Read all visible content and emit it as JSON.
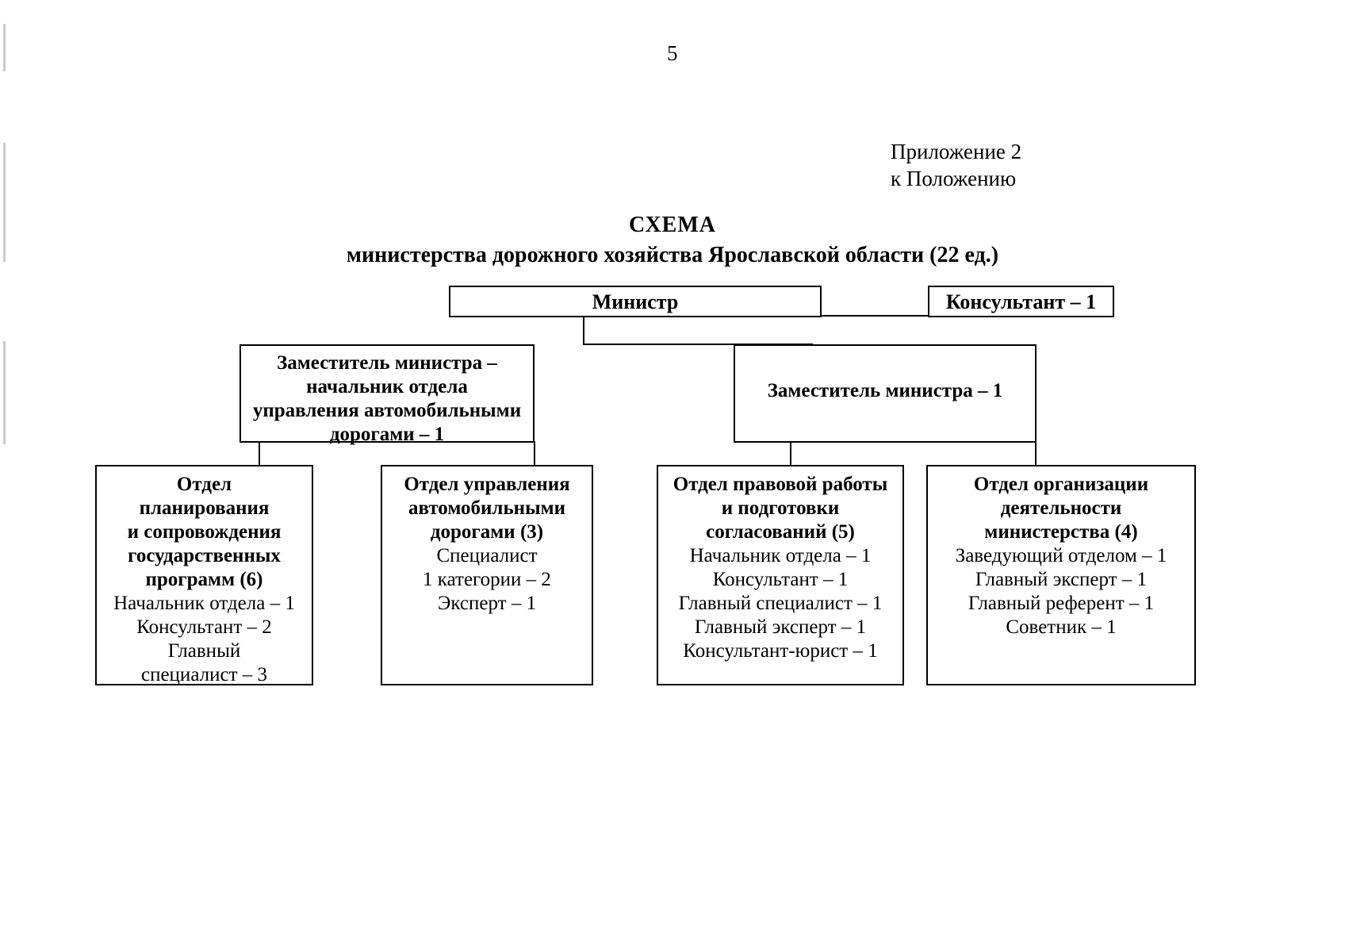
{
  "page": {
    "number": "5"
  },
  "appendix": {
    "line1": "Приложение 2",
    "line2": "к Положению"
  },
  "title": {
    "main": "СХЕМА",
    "sub": "министерства дорожного хозяйства Ярославской области (22 ед.)"
  },
  "chart_data": {
    "type": "diagram",
    "title": "СХЕМА министерства дорожного хозяйства Ярославской области (22 ед.)",
    "total_units": "22 ед.",
    "nodes": [
      {
        "id": "minister",
        "header": "Министр",
        "staff": []
      },
      {
        "id": "consultant",
        "header": "Консультант – 1",
        "staff": []
      },
      {
        "id": "deputy-head-roads",
        "header_lines": [
          "Заместитель министра –",
          "начальник отдела",
          "управления автомобильными",
          "дорогами – 1"
        ],
        "staff": []
      },
      {
        "id": "deputy-minister",
        "header_lines": [
          "Заместитель министра – 1"
        ],
        "staff": []
      },
      {
        "id": "dept-planning",
        "header_lines": [
          "Отдел",
          "планирования",
          "и сопровождения",
          "государственных",
          "программ (6)"
        ],
        "staff": [
          "Начальник отдела – 1",
          "Консультант – 2",
          "Главный",
          "специалист – 3"
        ]
      },
      {
        "id": "dept-roads",
        "header_lines": [
          "Отдел управления",
          "автомобильными",
          "дорогами (3)"
        ],
        "staff": [
          "Специалист",
          "1 категории – 2",
          "Эксперт – 1"
        ]
      },
      {
        "id": "dept-legal",
        "header_lines": [
          "Отдел правовой работы",
          "и подготовки",
          "согласований (5)"
        ],
        "staff": [
          "Начальник отдела – 1",
          "Консультант – 1",
          "Главный специалист – 1",
          "Главный эксперт – 1",
          "Консультант-юрист – 1"
        ]
      },
      {
        "id": "dept-organization",
        "header_lines": [
          "Отдел организации",
          "деятельности",
          "министерства (4)"
        ],
        "staff": [
          "Заведующий отделом – 1",
          "Главный эксперт – 1",
          "Главный референт – 1",
          "Советник – 1"
        ]
      }
    ]
  },
  "nodes": {
    "minister": {
      "header": "Министр"
    },
    "consultant": {
      "header": "Консультант – 1"
    },
    "deputy_head_roads": {
      "l1": "Заместитель министра –",
      "l2": "начальник отдела",
      "l3": "управления автомобильными",
      "l4": "дорогами – 1"
    },
    "deputy_minister": {
      "l1": "Заместитель министра – 1"
    },
    "dept_planning": {
      "h1": "Отдел",
      "h2": "планирования",
      "h3": "и сопровождения",
      "h4": "государственных",
      "h5": "программ (6)",
      "s1": "Начальник отдела – 1",
      "s2": "Консультант – 2",
      "s3": "Главный",
      "s4": "специалист – 3"
    },
    "dept_roads": {
      "h1": "Отдел управления",
      "h2": "автомобильными",
      "h3": "дорогами (3)",
      "s1": "Специалист",
      "s2": "1 категории – 2",
      "s3": "Эксперт – 1"
    },
    "dept_legal": {
      "h1": "Отдел правовой работы",
      "h2": "и подготовки",
      "h3": "согласований (5)",
      "s1": "Начальник отдела – 1",
      "s2": "Консультант – 1",
      "s3": "Главный специалист – 1",
      "s4": "Главный эксперт – 1",
      "s5": "Консультант-юрист – 1"
    },
    "dept_organization": {
      "h1": "Отдел организации",
      "h2": "деятельности",
      "h3": "министерства (4)",
      "s1": "Заведующий отделом – 1",
      "s2": "Главный эксперт – 1",
      "s3": "Главный референт – 1",
      "s4": "Советник – 1"
    }
  }
}
